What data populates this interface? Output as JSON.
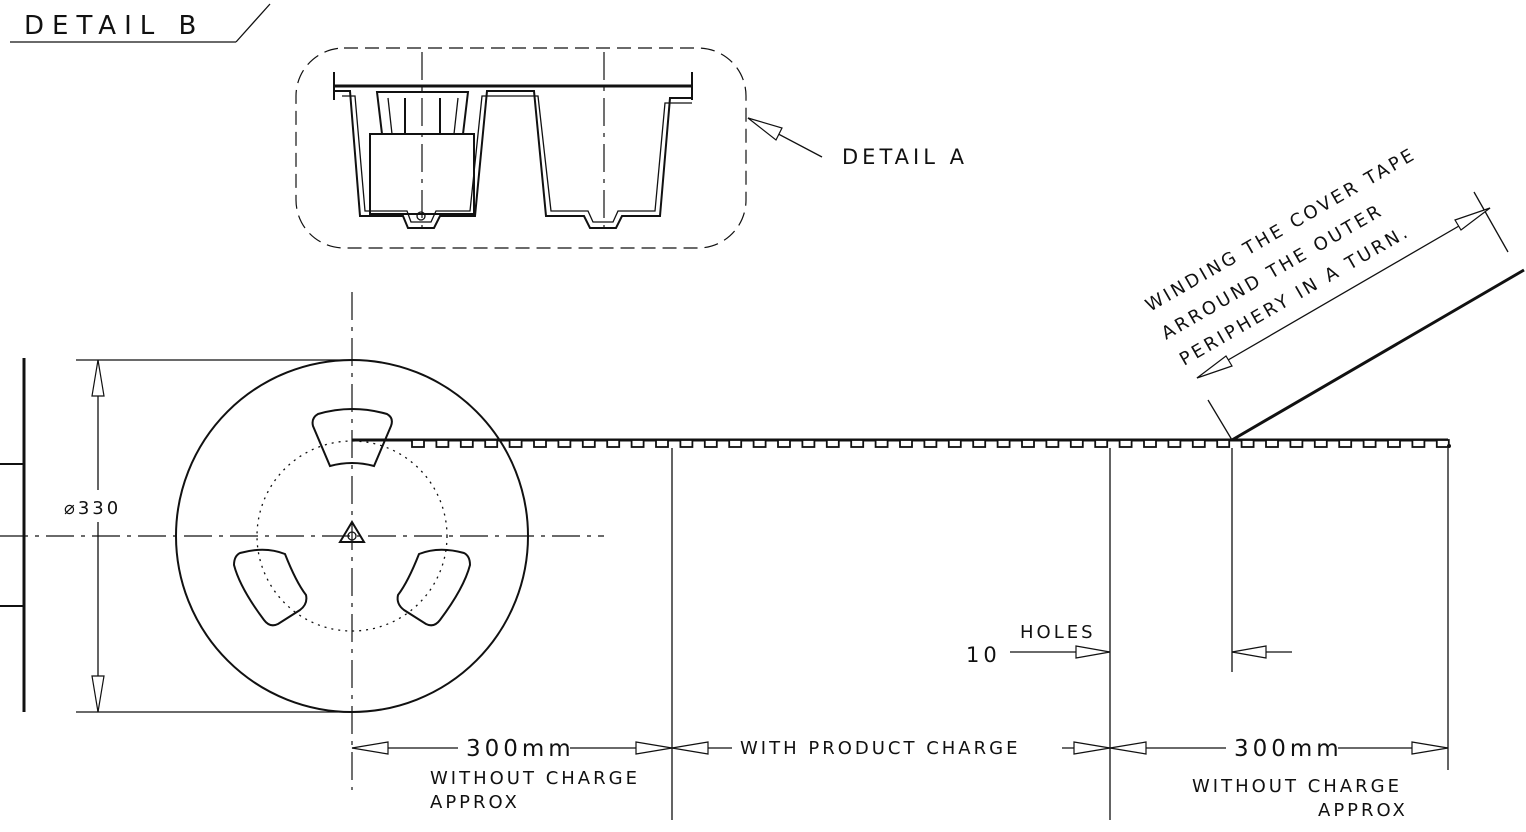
{
  "labels": {
    "detail_b": "DETAIL B",
    "detail_a": "DETAIL A",
    "diameter": "⌀330",
    "winding_line1": "WINDING THE COVER TAPE",
    "winding_line2": "ARROUND THE OUTER",
    "winding_line3": "PERIPHERY IN A TURN.",
    "holes_count": "10",
    "holes_label": "HOLES",
    "left_length": "300mm",
    "left_desc_line1": "WITHOUT CHARGE",
    "left_desc_line2": "APPROX",
    "middle_desc": "WITH PRODUCT CHARGE",
    "right_length": "300mm",
    "right_desc_line1": "WITHOUT CHARGE",
    "right_desc_line2": "APPROX"
  }
}
